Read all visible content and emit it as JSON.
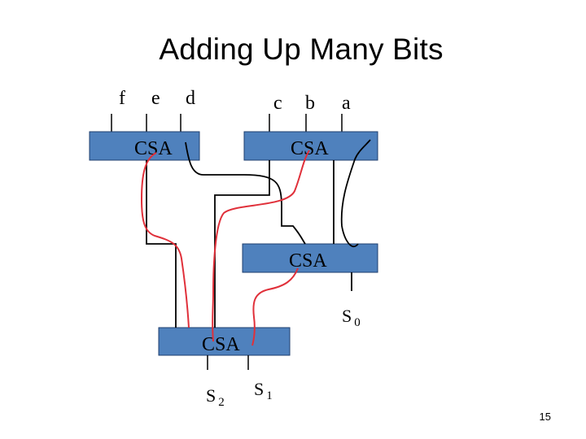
{
  "slide": {
    "title": "Adding Up Many Bits",
    "page_number": "15"
  },
  "inputs": [
    "f",
    "e",
    "d",
    "c",
    "b",
    "a"
  ],
  "csa_blocks": [
    {
      "id": "csa1",
      "label": "CSA"
    },
    {
      "id": "csa2",
      "label": "CSA"
    },
    {
      "id": "csa3",
      "label": "CSA"
    },
    {
      "id": "csa4",
      "label": "CSA"
    }
  ],
  "outputs": {
    "s0": {
      "base": "S",
      "sub": "0"
    },
    "s1": {
      "base": "S",
      "sub": "1"
    },
    "s2": {
      "base": "S",
      "sub": "2"
    }
  },
  "colors": {
    "csa_fill": "#4f81bd",
    "csa_stroke": "#1f3f6f",
    "wire": "#000000",
    "highlight_wire": "#e0303a"
  }
}
